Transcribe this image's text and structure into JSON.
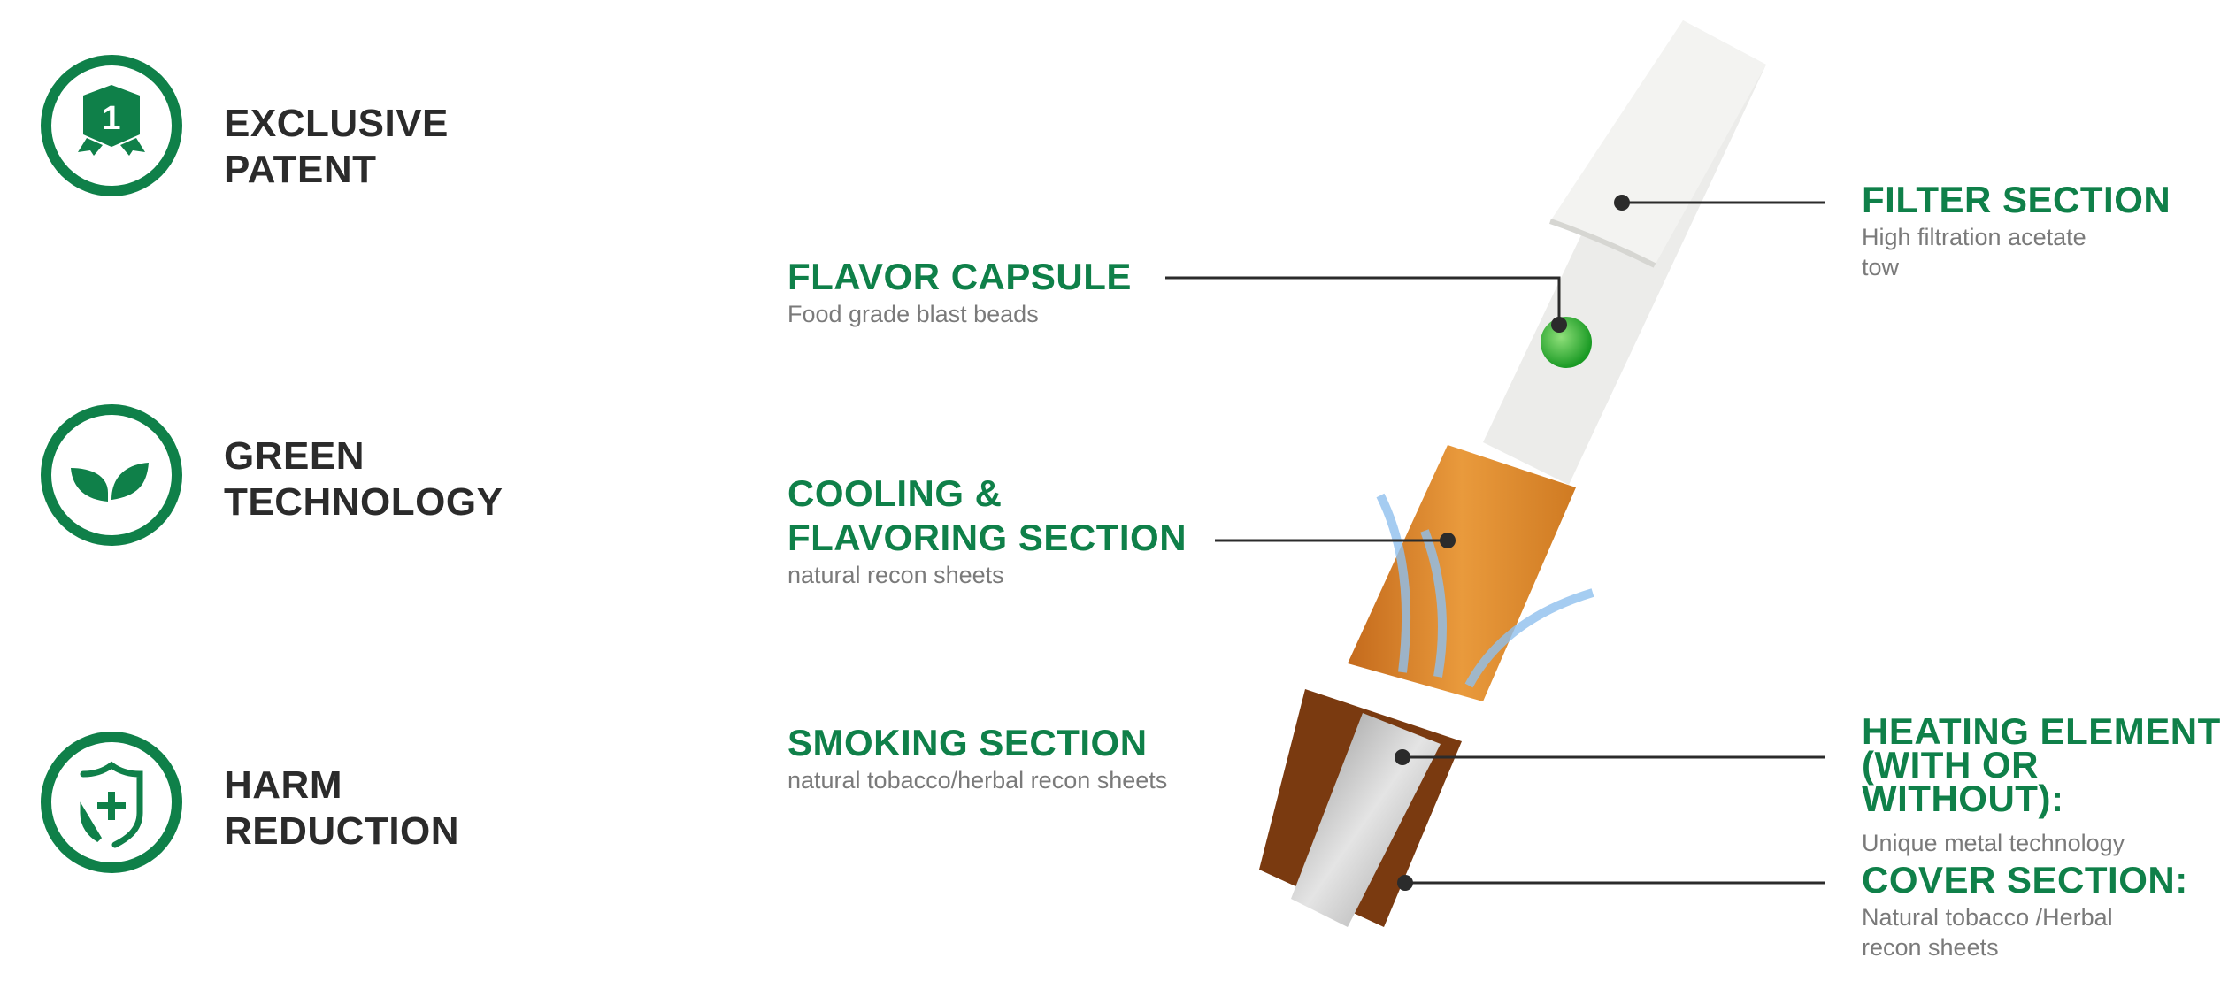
{
  "features": [
    {
      "icon": "award-badge-icon",
      "badge_number": "1",
      "title_line1": "EXCLUSIVE",
      "title_line2": "PATENT"
    },
    {
      "icon": "leaves-icon",
      "title_line1": "GREEN",
      "title_line2": "TECHNOLOGY"
    },
    {
      "icon": "shield-plus-icon",
      "title_line1": "HARM",
      "title_line2": "REDUCTION"
    }
  ],
  "callouts": {
    "flavor_capsule": {
      "title": "FLAVOR CAPSULE",
      "subtitle": "Food grade blast beads"
    },
    "cooling": {
      "title_line1": "COOLING &",
      "title_line2": "FLAVORING SECTION",
      "subtitle": "natural recon sheets"
    },
    "smoking": {
      "title": "SMOKING SECTION",
      "subtitle": "natural tobacco/herbal recon sheets"
    },
    "filter": {
      "title": "FILTER SECTION",
      "subtitle_line1": "High filtration acetate",
      "subtitle_line2": "tow"
    },
    "heating": {
      "title_line1": "HEATING ELEMENT",
      "title_line2": "(WITH OR WITHOUT):",
      "subtitle": "Unique metal technology"
    },
    "cover": {
      "title": "COVER SECTION:",
      "subtitle_line1": "Natural tobacco /Herbal",
      "subtitle_line2": "recon sheets"
    }
  },
  "colors": {
    "brand_green": "#0f8049",
    "text_dark": "#2b2b2b",
    "text_gray": "#7a7a7a"
  }
}
